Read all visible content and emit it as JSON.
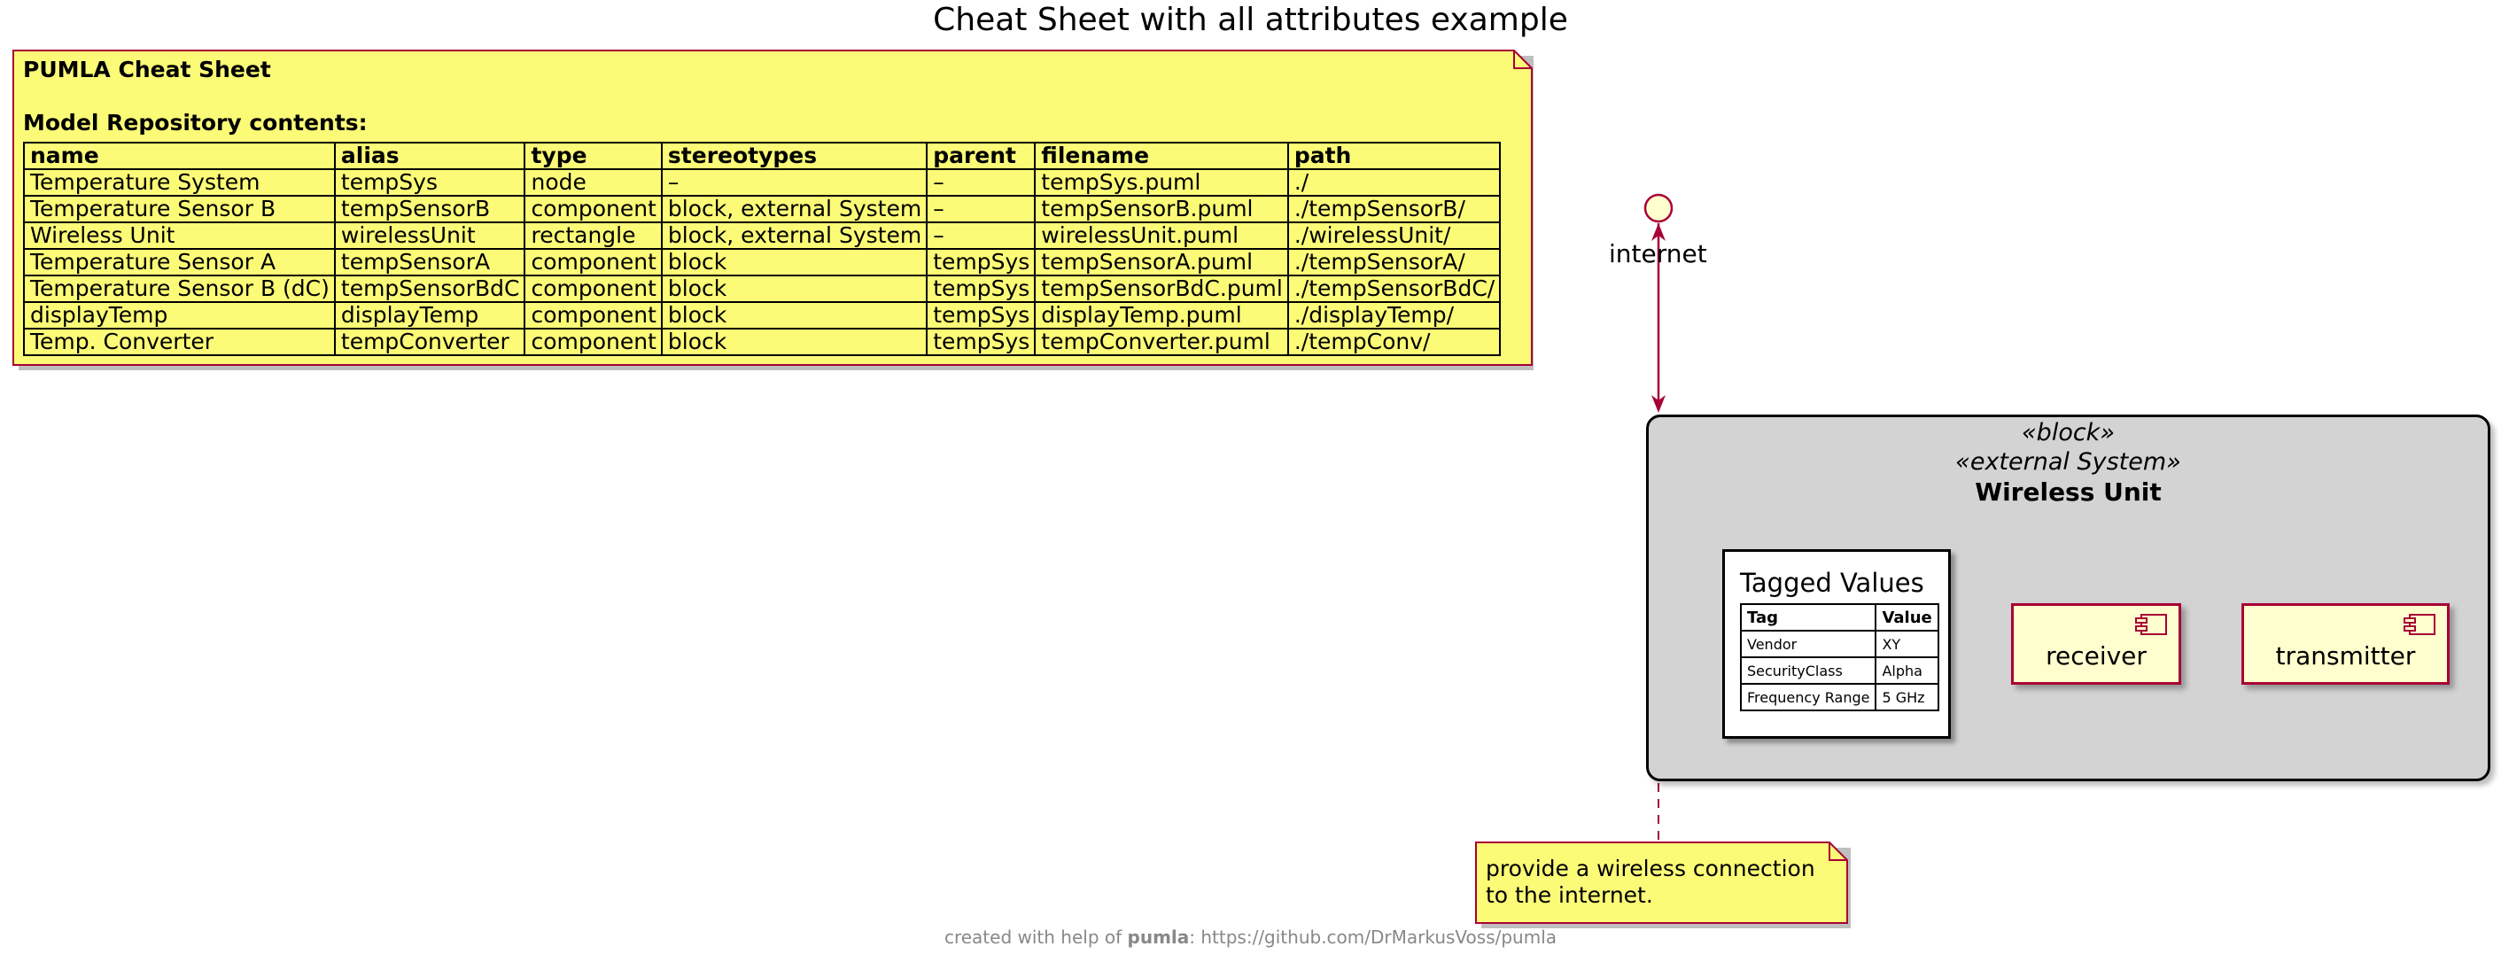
{
  "diagram": {
    "title": "Cheat Sheet with all attributes example",
    "cheat_note": {
      "heading": "PUMLA Cheat Sheet",
      "subheading": "Model Repository contents:",
      "columns": [
        "name",
        "alias",
        "type",
        "stereotypes",
        "parent",
        "filename",
        "path"
      ],
      "rows": [
        [
          "Temperature System",
          "tempSys",
          "node",
          "–",
          "–",
          "tempSys.puml",
          "./"
        ],
        [
          "Temperature Sensor B",
          "tempSensorB",
          "component",
          "block, external System",
          "–",
          "tempSensorB.puml",
          "./tempSensorB/"
        ],
        [
          "Wireless Unit",
          "wirelessUnit",
          "rectangle",
          "block, external System",
          "–",
          "wirelessUnit.puml",
          "./wirelessUnit/"
        ],
        [
          "Temperature Sensor A",
          "tempSensorA",
          "component",
          "block",
          "tempSys",
          "tempSensorA.puml",
          "./tempSensorA/"
        ],
        [
          "Temperature Sensor B (dC)",
          "tempSensorBdC",
          "component",
          "block",
          "tempSys",
          "tempSensorBdC.puml",
          "./tempSensorBdC/"
        ],
        [
          "displayTemp",
          "displayTemp",
          "component",
          "block",
          "tempSys",
          "displayTemp.puml",
          "./displayTemp/"
        ],
        [
          "Temp. Converter",
          "tempConverter",
          "component",
          "block",
          "tempSys",
          "tempConverter.puml",
          "./tempConv/"
        ]
      ]
    },
    "interface": {
      "label": "internet"
    },
    "wireless_unit": {
      "stereotype_1": "«block»",
      "stereotype_2": "«external System»",
      "name": "Wireless Unit",
      "tagged_values": {
        "title": "Tagged Values",
        "columns": [
          "Tag",
          "Value"
        ],
        "rows": [
          [
            "Vendor",
            "XY"
          ],
          [
            "SecurityClass",
            "Alpha"
          ],
          [
            "Frequency Range",
            "5 GHz"
          ]
        ]
      },
      "components": [
        {
          "label": "receiver"
        },
        {
          "label": "transmitter"
        }
      ]
    },
    "connection_note": {
      "text": "provide a wireless connection\nto the internet."
    },
    "footer": {
      "prefix": "created with help of ",
      "brand": "pumla",
      "suffix": ": https://github.com/DrMarkusVoss/pumla"
    },
    "colors": {
      "note_fill": "#fbfb77",
      "note_border": "#a80036",
      "arrow": "#a80036",
      "component_fill": "#fefece",
      "block_fill": "#d3d3d3",
      "footer_text": "#888888"
    }
  }
}
